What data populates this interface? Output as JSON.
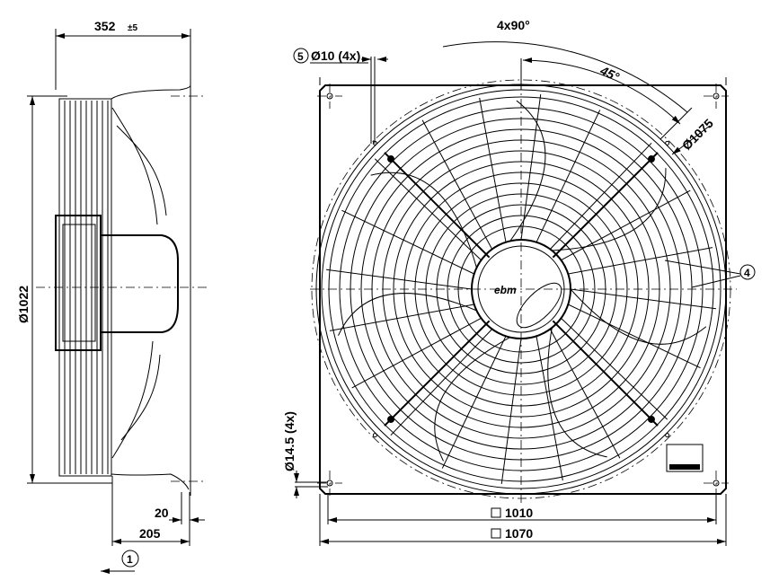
{
  "side_view": {
    "depth_label": "352",
    "depth_tolerance": "±5",
    "diameter_label": "Ø1022",
    "offset_label": "20",
    "inlet_depth_label": "205",
    "airflow_marker": "1"
  },
  "front_view": {
    "hole_marker": "5",
    "hole_label": "Ø10 (4x)",
    "angle_label": "4x90°",
    "half_angle_label": "45°",
    "bolt_circle_label": "Ø1075",
    "guard_marker": "4",
    "mount_hole_label": "Ø14.5 (4x)",
    "inner_square_label": "1010",
    "outer_square_label": "1070",
    "logo_text": "ebm"
  }
}
